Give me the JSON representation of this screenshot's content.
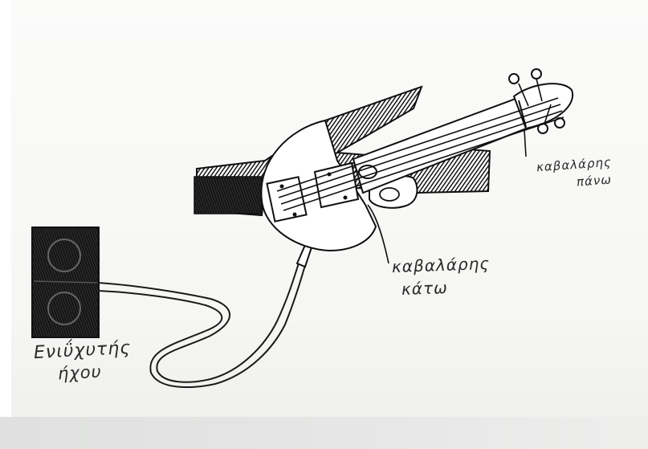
{
  "labels": {
    "speaker_line1": "Ενιΰχυτής",
    "speaker_line2": "ήχου",
    "lower_bridge_line1": "καβαλάρης",
    "lower_bridge_line2": "κάτω",
    "upper_bridge_line1": "καβαλάρης",
    "upper_bridge_line2": "πάνω"
  },
  "colors": {
    "ink": "#1a1a1a",
    "paper": "#f8f8f6"
  }
}
